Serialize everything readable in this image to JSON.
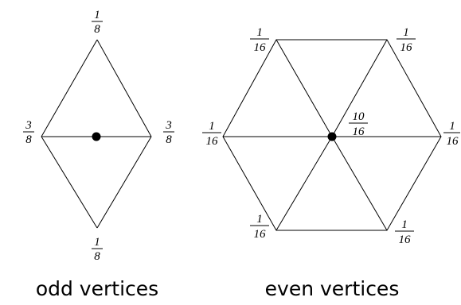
{
  "odd": {
    "caption": "odd vertices",
    "weights": {
      "top": {
        "num": "1",
        "den": "8"
      },
      "left": {
        "num": "3",
        "den": "8"
      },
      "right": {
        "num": "3",
        "den": "8"
      },
      "bottom": {
        "num": "1",
        "den": "8"
      }
    }
  },
  "even": {
    "caption": "even vertices",
    "weights": {
      "top_left": {
        "num": "1",
        "den": "16"
      },
      "top_right": {
        "num": "1",
        "den": "16"
      },
      "left": {
        "num": "1",
        "den": "16"
      },
      "right": {
        "num": "1",
        "den": "16"
      },
      "bottom_left": {
        "num": "1",
        "den": "16"
      },
      "bottom_right": {
        "num": "1",
        "den": "16"
      },
      "center": {
        "num": "10",
        "den": "16"
      }
    }
  }
}
